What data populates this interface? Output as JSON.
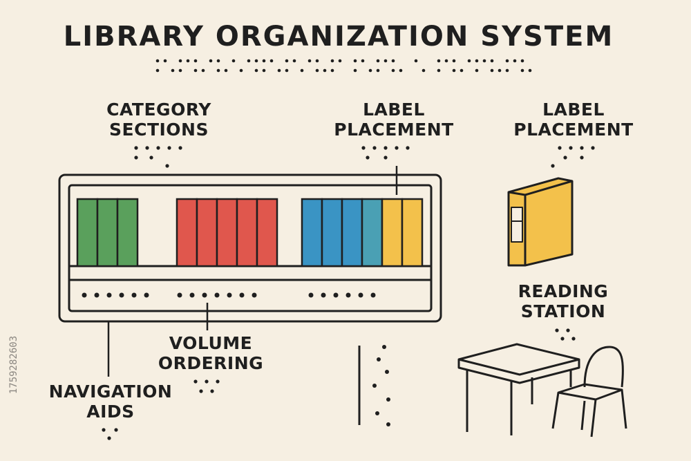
{
  "title": "LIBRARY ORGANIZATION SYSTEM",
  "labels": {
    "category_sections": [
      "CATEGORY",
      "SECTIONS"
    ],
    "label_placement_shelf": [
      "LABEL",
      "PLACEMENT"
    ],
    "label_placement_book": [
      "LABEL",
      "PLACEMENT"
    ],
    "reading_station": [
      "READING",
      "STATION"
    ],
    "volume_ordering": [
      "VOLUME",
      "ORDERING"
    ],
    "navigation_aids": [
      "NAVIGATION",
      "AIDS"
    ]
  },
  "watermark": "1759282603",
  "colors": {
    "background": "#f6efe2",
    "ink": "#1f1f1f",
    "green": "#5aa05c",
    "red": "#e0574d",
    "blue": "#3a94c4",
    "teal": "#4aa0b4",
    "yellow": "#f3c14b"
  },
  "shelf_groups": [
    {
      "name": "green",
      "color": "#5aa05c",
      "books": 3
    },
    {
      "name": "red",
      "color": "#e0574d",
      "books": 5
    },
    {
      "name": "blue",
      "color": "#3a94c4",
      "books": 4
    },
    {
      "name": "yellow",
      "color": "#f3c14b",
      "books": 2
    }
  ]
}
